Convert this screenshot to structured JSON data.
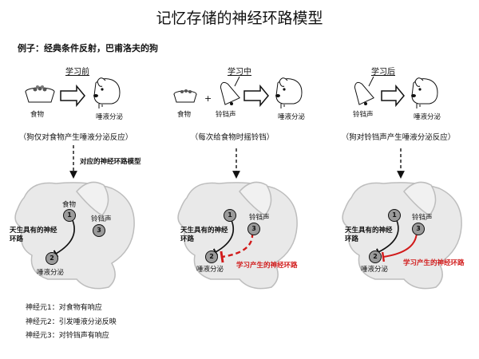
{
  "title": "记忆存储的神经环路模型",
  "example": "例子：经典条件反射，巴甫洛夫的狗",
  "stages": [
    {
      "title": "学习前",
      "input_labels": [
        "食物"
      ],
      "output_label": "唾液分泌",
      "caption": "（狗仅对食物产生唾液分泌反应）",
      "arrow_label": "对应的神经环路模型",
      "circuit": {
        "top_label": "食物",
        "innate_label": "天生具有的神经环路",
        "bell_label": "铃铛声",
        "output_label": "唾液分泌",
        "learned_label": ""
      }
    },
    {
      "title": "学习中",
      "input_labels": [
        "食物",
        "铃铛声"
      ],
      "plus": "+",
      "output_label": "唾液分泌",
      "caption": "（每次给食物时摇铃铛）",
      "circuit": {
        "top_label": "",
        "innate_label": "天生具有的神经环路",
        "bell_label": "铃铛声",
        "output_label": "唾液分泌",
        "learned_label": "学习产生的神经环路"
      }
    },
    {
      "title": "学习后",
      "input_labels": [
        "铃铛声"
      ],
      "output_label": "唾液分泌",
      "caption": "（狗对铃铛声产生唾液分泌反应）",
      "circuit": {
        "top_label": "",
        "innate_label": "天生具有的神经环路",
        "bell_label": "铃铛声",
        "output_label": "唾液分泌",
        "learned_label": "学习产生的神经环路"
      }
    }
  ],
  "neuron_numbers": [
    "1",
    "2",
    "3"
  ],
  "legend": [
    "神经元1：对食物有响应",
    "神经元2：引发唾液分泌反映",
    "神经元3：对铃铛声有响应"
  ],
  "colors": {
    "learned": "#d11a1a",
    "neuron_fill": "#9a9a9a",
    "dog_gray": "#e6e6e6"
  }
}
